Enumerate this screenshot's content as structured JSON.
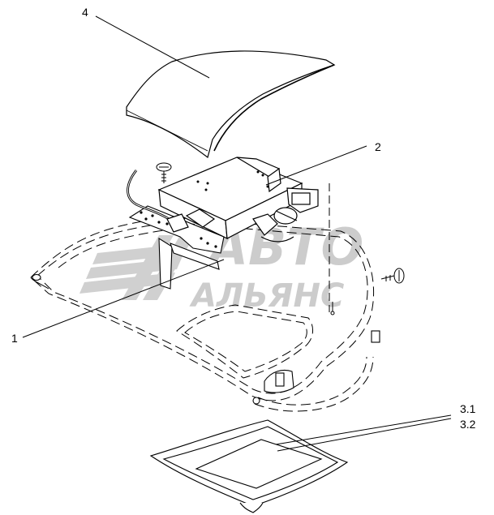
{
  "labels": {
    "part_4": "4",
    "part_2": "2",
    "part_1": "1",
    "part_3_1": "3.1",
    "part_3_2": "3.2"
  },
  "watermark": {
    "line1": "АВТО",
    "line2": "АЛЬЯНС",
    "color": "#c4c4c4"
  },
  "colors": {
    "ink": "#000000",
    "background": "#ffffff"
  }
}
